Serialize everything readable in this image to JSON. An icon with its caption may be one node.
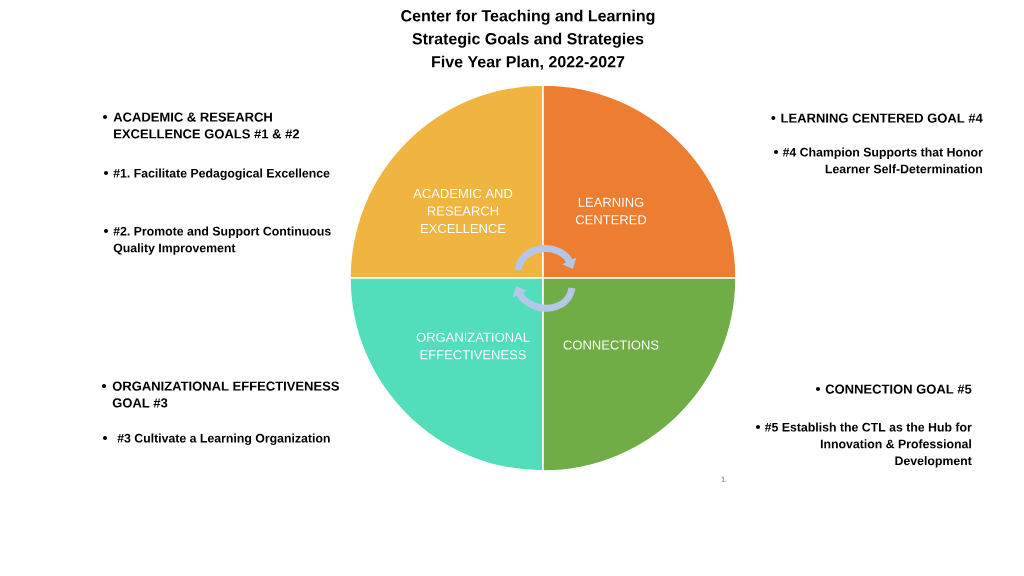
{
  "diagram": {
    "title": "Center for Teaching and Learning Strategic Goals and Strategies Five Year Plan, 2022-2027",
    "nodes": [
      {
        "text": [
          "ACADEMIC AND RESEARCH EXCELLENCE"
        ],
        "beside": [
          "ACADEMIC & RESEARCH EXCELLENCE GOALS #1 & #2",
          "#1. Facilitate Pedagogical Excellence",
          "#2. Promote and Support Continuous Quality Improvement"
        ]
      },
      {
        "text": [
          "LEARNING CENTERED"
        ],
        "beside": [
          "LEARNING CENTERED GOAL #4",
          "#4 Champion Supports that Honor Learner Self-Determination"
        ]
      },
      {
        "text": [
          "ORGANIZATIONAL EFFECTIVENESS"
        ],
        "beside": [
          "ORGANIZATIONAL EFFECTIVENESS GOAL #3",
          "#3 Cultivate a Learning Organization"
        ]
      },
      {
        "text": [
          "CONNECTIONS"
        ],
        "beside": [
          "CONNECTION GOAL #5",
          "#5 Establish the CTL as the Hub for Innovation & Professional Development"
        ]
      }
    ],
    "edges": [
      {
        "from": 0,
        "to": 1,
        "arrow": "to"
      },
      {
        "from": 3,
        "to": 2,
        "arrow": "to"
      }
    ],
    "labels": [
      "1."
    ]
  }
}
